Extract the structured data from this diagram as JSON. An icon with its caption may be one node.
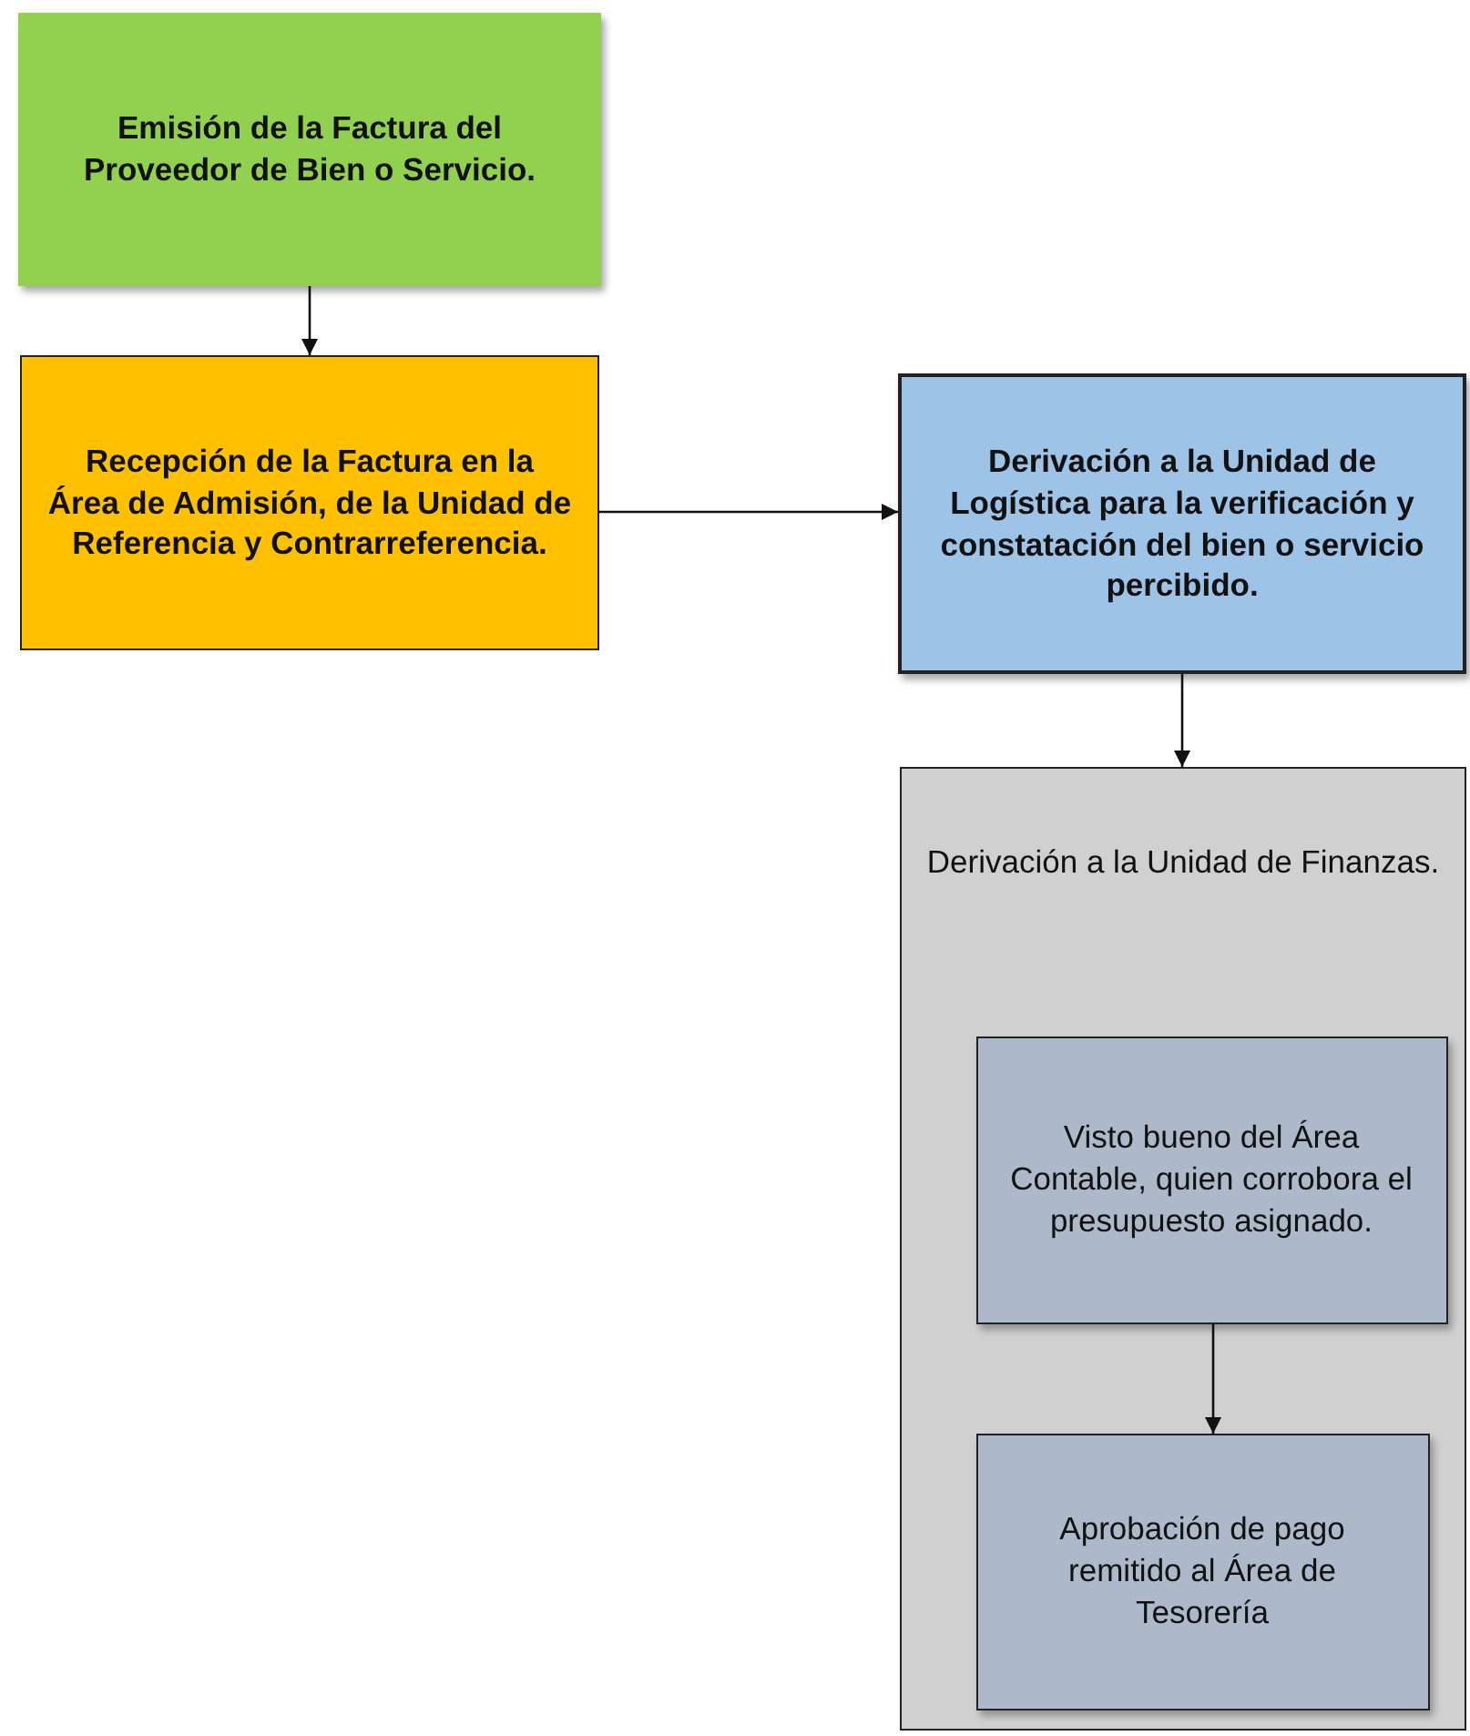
{
  "diagram": {
    "nodes": [
      {
        "text": [
          "Emisión de la Factura del Proveedor de Bien o Servicio."
        ]
      },
      {
        "text": [
          "Recepción de la Factura en la Área de Admisión, de la Unidad de Referencia y Contrarreferencia."
        ]
      },
      {
        "text": [
          "Derivación a la Unidad de Logística para la verificación y constatación del bien o servicio percibido."
        ]
      },
      {
        "text": [
          "Derivación a la Unidad de Finanzas."
        ]
      },
      {
        "text": [
          "Visto bueno del Área Contable, quien corrobora el presupuesto asignado."
        ],
        "in": 3
      },
      {
        "text": [
          "Aprobación de pago remitido al Área de Tesorería"
        ],
        "in": 3
      }
    ],
    "edges": [
      {
        "from": 0,
        "to": 1,
        "arrow": "to"
      },
      {
        "from": 1,
        "to": 2,
        "arrow": "to"
      },
      {
        "from": 2,
        "to": 3,
        "arrow": "to"
      },
      {
        "from": 4,
        "to": 5,
        "arrow": "to"
      }
    ]
  }
}
